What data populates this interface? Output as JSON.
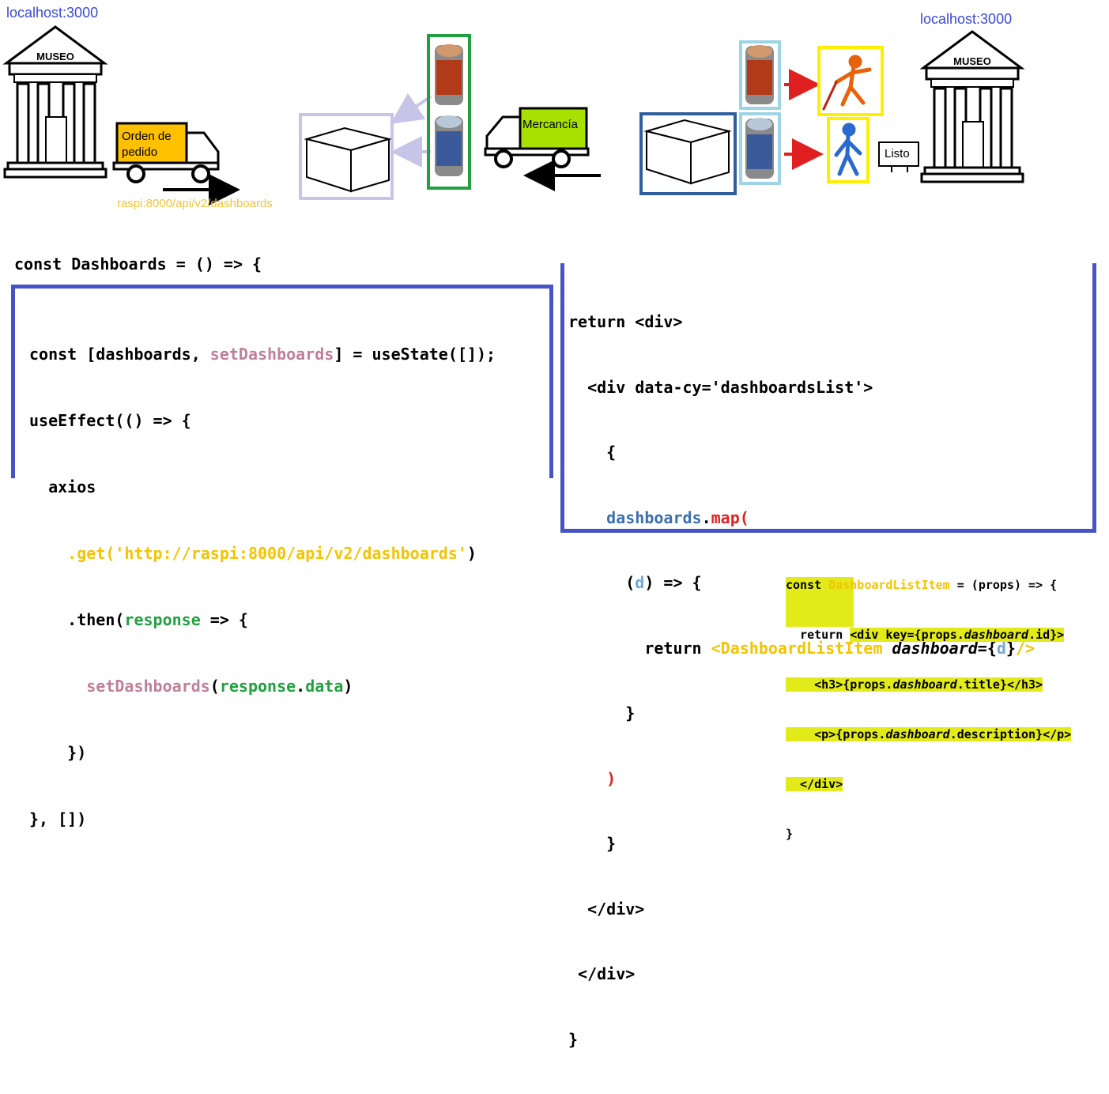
{
  "diagram": {
    "left_host": "localhost:3000",
    "right_host": "localhost:3000",
    "museum_label": "MUSEO",
    "truck_order_label_line1": "Orden de",
    "truck_order_label_line2": "pedido",
    "truck_goods_label": "Mercancía",
    "api_url": "raspi:8000/api/v2/dashboards",
    "ready_label": "Listo"
  },
  "colors": {
    "code_box_border": "#4654c8",
    "order_truck": "#ffc000",
    "goods_truck": "#a8e000",
    "green_frame": "#22a040",
    "lightblue_frame": "#9fd3e6",
    "yellow_frame": "#ffee00",
    "lavender_frame": "#c8c4e8",
    "red_arrow": "#e02020"
  },
  "code_left": {
    "header": "const Dashboards = () => {",
    "l1_a": "const [dashboards, ",
    "l1_b": "setDashboards",
    "l1_c": "] = useState([]);",
    "l2": "useEffect(() => {",
    "l3": "  axios",
    "l4_a": "    .get(",
    "l4_b": "'http://raspi:8000/api/v2/dashboards'",
    "l4_c": ")",
    "l5_a": "    .then(",
    "l5_b": "response",
    "l5_c": " => {",
    "l6_a": "      setDashboards",
    "l6_b": "(",
    "l6_c": "response",
    "l6_d": ".",
    "l6_e": "data",
    "l6_f": ")",
    "l7": "    })",
    "l8": "}, [])"
  },
  "code_right": {
    "l1": "return <div>",
    "l2": "  <div data-cy='dashboardsList'>",
    "l3": "    {",
    "l4_a": "    dashboards",
    "l4_b": ".",
    "l4_c": "map(",
    "l5_a": "      (",
    "l5_b": "d",
    "l5_c": ") => {",
    "l6_a": "        return ",
    "l6_b": "<DashboardListItem ",
    "l6_c": "dashboard",
    "l6_d": "={",
    "l6_e": "d",
    "l6_f": "}",
    "l6_g": "/>",
    "l7": "      }",
    "l8": "    )",
    "l9": "    }",
    "l10": "  </div>",
    "l11": " </div>",
    "l12": "}"
  },
  "code_small": {
    "l1_a": "const ",
    "l1_b": "DashboardListItem",
    "l1_c": " = (props) => {",
    "l2_a": "  return ",
    "l2_b": "<div key={props.",
    "l2_c": "dashboard",
    "l2_d": ".id}>",
    "l3_a": "    <h3>{props.",
    "l3_b": "dashboard",
    "l3_c": ".title}</h3>",
    "l4_a": "    <p>{props.",
    "l4_b": "dashboard",
    "l4_c": ".description}</p>",
    "l5": "  </div>",
    "l6": "}"
  }
}
